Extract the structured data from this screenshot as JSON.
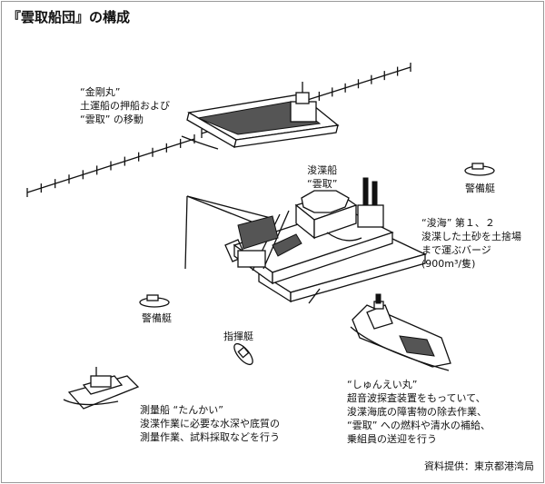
{
  "title": "『雲取船団』の構成",
  "credit": "資料提供：東京都港湾局",
  "labels": {
    "kongo": [
      "“金剛丸”",
      "土運船の押船および",
      "“雲取” の移動"
    ],
    "kumotori": [
      "浚渫船",
      "“雲取”"
    ],
    "keibi_right": [
      "警備艇"
    ],
    "shunkai": [
      "“浚海” 第１、２",
      "浚渫した土砂を土捨場",
      "まで運ぶバージ",
      "(900m³/隻)"
    ],
    "keibi_left": [
      "警備艇"
    ],
    "shiki": [
      "指揮艇"
    ],
    "tankai": [
      "測量船 “たんかい”",
      "浚渫作業に必要な水深や底質の",
      "測量作業、試料採取などを行う"
    ],
    "shunei": [
      "“しゅんえい丸”",
      "超音波探査装置をもっていて、",
      "浚渫海底の障害物の除去作業、",
      "“雲取” への燃料や清水の補給、",
      "乗組員の送迎を行う"
    ]
  },
  "icons": [
    "kongo-pusher-barge",
    "kumotori-dredger",
    "shunkai-barge",
    "patrol-boat",
    "command-boat",
    "survey-boat",
    "shunei-tug",
    "floating-pipeline"
  ]
}
